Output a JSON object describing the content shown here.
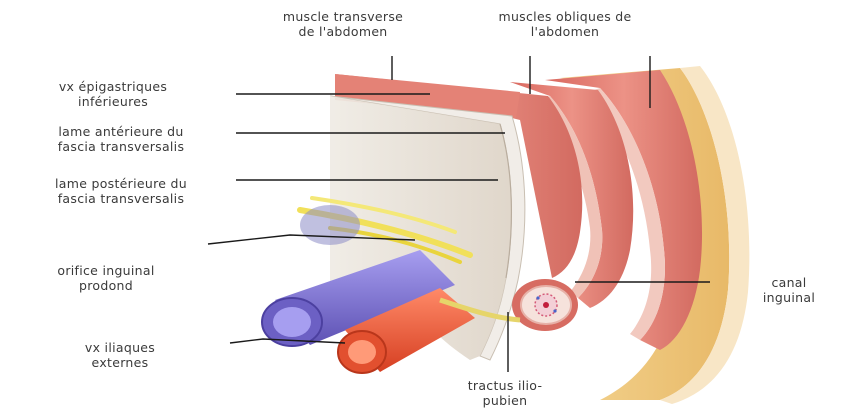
{
  "labels": {
    "transverse": [
      "muscle transverse",
      "de l'abdomen"
    ],
    "obliques": [
      "muscles obliques de",
      "l'abdomen"
    ],
    "epigastric": [
      "vx épigastriques",
      "inférieures"
    ],
    "anterior_lamina": [
      "lame antérieure du",
      "fascia transversalis"
    ],
    "posterior_lamina": [
      "lame postérieure du",
      "fascia transversalis"
    ],
    "deep_ring": [
      "orifice inguinal",
      "prodond"
    ],
    "iliac": [
      "vx iliaques",
      "externes"
    ],
    "canal": [
      "canal",
      "inguinal"
    ],
    "tract": [
      "tractus ilio-",
      "pubien"
    ]
  },
  "colors": {
    "skin": "#f7deb0",
    "fat": "#f0c97a",
    "muscle": "#e07a70",
    "muscle_light": "#efa79a",
    "fascia": "#e9e2d6",
    "vein": "#7b6fd0",
    "artery": "#ef5a3c",
    "leader_line": "#1a1a1a",
    "label_text": "#3a3a3a"
  }
}
